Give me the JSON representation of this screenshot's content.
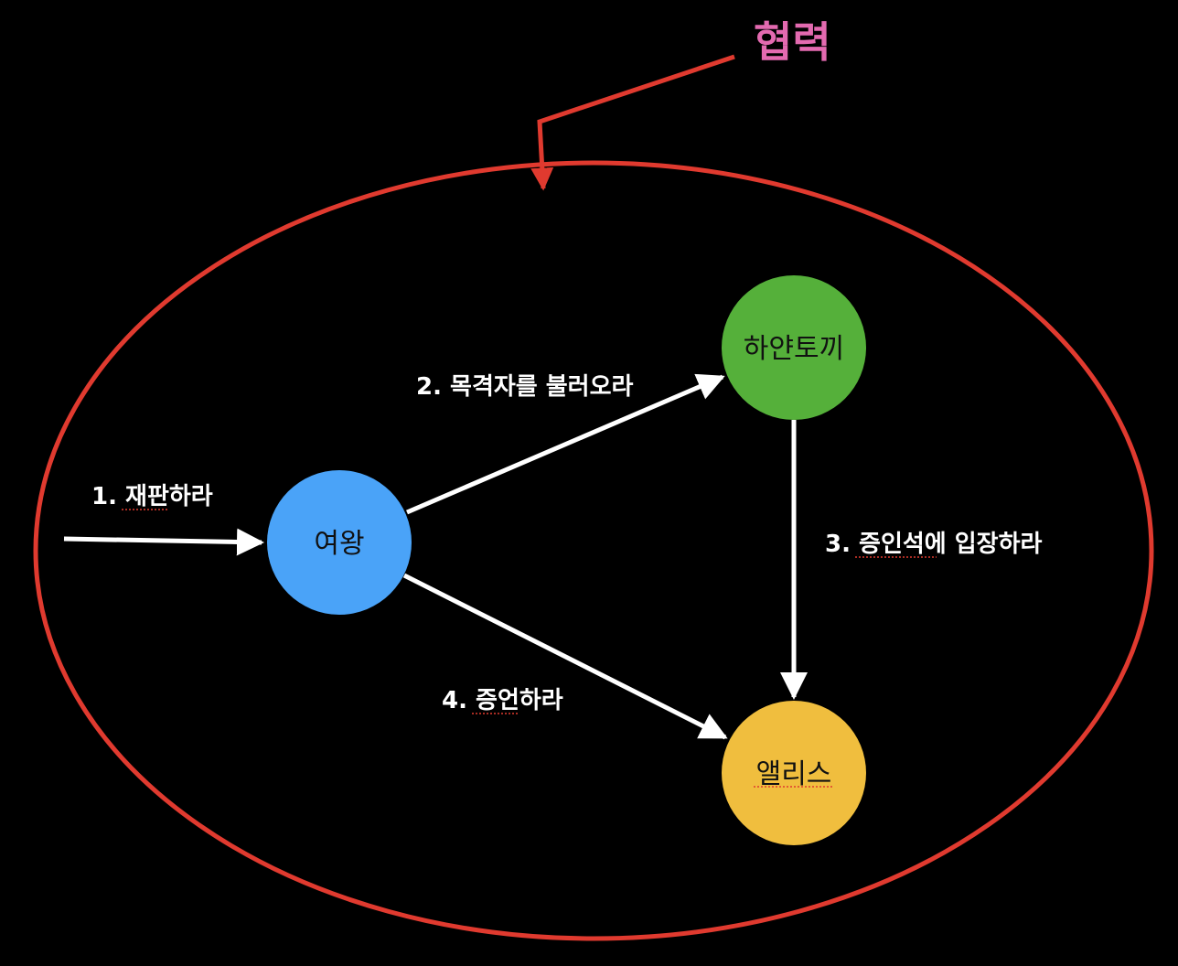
{
  "title": {
    "text": "협력",
    "color": "#e36ab0"
  },
  "colors": {
    "background": "#000000",
    "boundary": "#e03a2f",
    "edge": "#ffffff"
  },
  "nodes": {
    "queen": {
      "label": "여왕",
      "color": "#4aa3f8"
    },
    "rabbit": {
      "label": "하얀토끼",
      "color": "#55b03a"
    },
    "alice": {
      "label": "앨리스",
      "color": "#f0be3e"
    }
  },
  "edges": {
    "e1": {
      "label": "1. 재판하라"
    },
    "e2": {
      "label": "2. 목격자를 불러오라"
    },
    "e3": {
      "label": "3. 증인석에 입장하라"
    },
    "e4": {
      "label": "4. 증언하라"
    }
  }
}
